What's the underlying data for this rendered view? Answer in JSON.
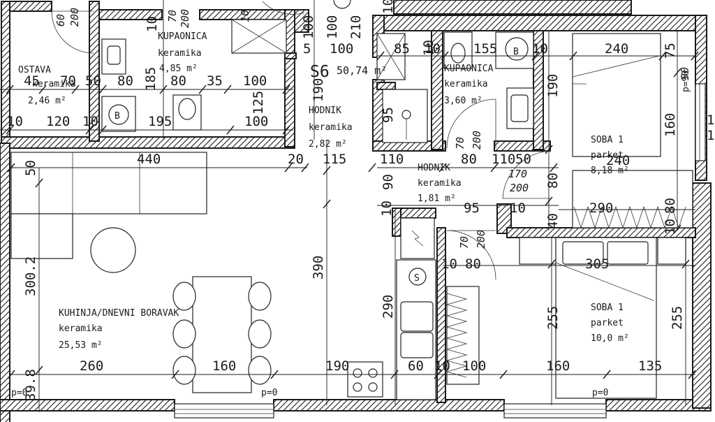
{
  "rooms": [
    {
      "id": "ostava",
      "name": "OSTAVA",
      "floor": "keramika",
      "area": "2,46 m²"
    },
    {
      "id": "kupaonica1",
      "name": "KUPAONICA",
      "floor": "keramika",
      "area": "4,85 m²"
    },
    {
      "id": "hodnik1",
      "name": "HODNIK",
      "floor": "keramika",
      "area": "2,82 m²"
    },
    {
      "id": "kupaonica2",
      "name": "KUPAONICA",
      "floor": "keramika",
      "area": "3,60 m²"
    },
    {
      "id": "hodnik2",
      "name": "HODNIK",
      "floor": "keramika",
      "area": "1,81 m²"
    },
    {
      "id": "soba1a",
      "name": "SOBA 1",
      "floor": "parket",
      "area": "8,18 m²"
    },
    {
      "id": "soba1b",
      "name": "SOBA 1",
      "floor": "parket",
      "area": "10,0 m²"
    },
    {
      "id": "kuhinja",
      "name": "KUHINJA/DNEVNI BORAVAK",
      "floor": "keramika",
      "area": "25,53 m²"
    }
  ],
  "unit": {
    "label": "S6",
    "area": "50,74 m²"
  },
  "dims": {
    "d45": "45",
    "d70": "70",
    "d50": "50",
    "d80a": "80",
    "d185": "185",
    "d80b": "80",
    "d35": "35",
    "d100a": "100",
    "d120": "120",
    "d10a": "10",
    "d195": "195",
    "d100b": "100",
    "d10b": "10",
    "d125": "125",
    "d5": "5",
    "d100c": "100",
    "d85": "85",
    "d10c": "10",
    "d155": "155",
    "d10d": "10",
    "d240a": "240",
    "d75": "75",
    "d190a": "190",
    "d190b": "190",
    "d95a": "95",
    "d160a": "160",
    "d240b": "240",
    "d440": "440",
    "d20": "20",
    "d115": "115",
    "d110": "110",
    "d80c": "80",
    "d110b": "110",
    "d50b": "50",
    "d90": "90",
    "d80d": "80",
    "d10e": "10",
    "d95b": "95",
    "d10f": "10",
    "d290a": "290",
    "d80e": "80",
    "d40": "40",
    "d10g": "10",
    "d50c": "50",
    "d3002": "300.2",
    "d390": "390",
    "d290b": "290",
    "d10h": "10",
    "d80f": "80",
    "d305": "305",
    "d255a": "255",
    "d255b": "255",
    "d260": "260",
    "d160b": "160",
    "d190c": "190",
    "d60": "60",
    "d10i": "10",
    "d100d": "100",
    "d160c": "160",
    "d135": "135",
    "d398": "39.8",
    "d1a": "1",
    "d1b": "1",
    "d10j": "10",
    "d10k": "10",
    "d100e": "100",
    "d210": "210",
    "d100f": "100",
    "d10top": "10"
  },
  "small_dims": {
    "s60": "60",
    "s200a": "200",
    "s200b": "200",
    "s70a": "70",
    "s200c": "200",
    "s170": "170",
    "s200d": "200",
    "s70b": "70",
    "s200e": "200",
    "s90": "90",
    "s70c": "70",
    "s10": "10"
  },
  "sill": {
    "p0a": "p=0",
    "p0b": "p=0",
    "p0c": "p=0",
    "p90": "p=90"
  },
  "fixtures": {
    "washer": "B",
    "boiler": "B",
    "stove": "S"
  }
}
